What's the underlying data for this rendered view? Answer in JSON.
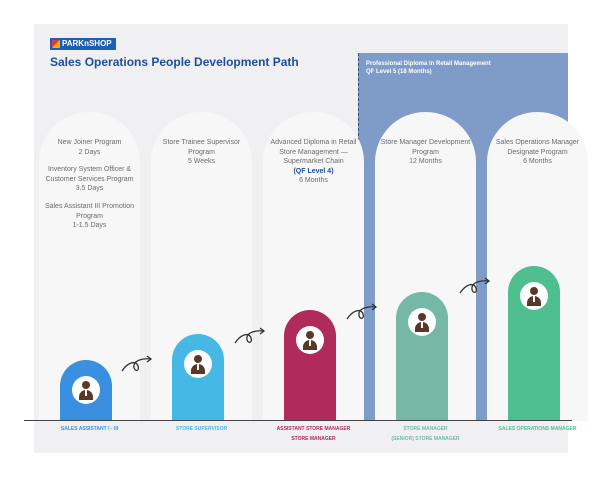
{
  "brand": {
    "logo_text": "PARKnSHOP"
  },
  "title": "Sales Operations People Development Path",
  "diploma_banner": {
    "line1": "Professional Diploma in Retail Management",
    "line2": "QF Level 5 (18 Months)"
  },
  "colors": {
    "title": "#1b4f9c",
    "banner": "#7f9cc9",
    "sales_assistant": "#3a8fe0",
    "store_supervisor": "#45b8e6",
    "assistant_store_manager": "#b02a5a",
    "store_manager": "#76b8a6",
    "sales_operations_manager": "#4fbf8f"
  },
  "columns": [
    {
      "blocks": [
        {
          "title": "New Joiner Program",
          "duration": "2 Days"
        },
        {
          "title": "Inventory System Officer & Customer Services Program",
          "duration": "3.5 Days"
        },
        {
          "title": "Sales Assistant III Promotion Program",
          "duration": "1-1.5 Days"
        }
      ],
      "role_line1": "SALES ASSISTANT I - III",
      "role_line2": ""
    },
    {
      "blocks": [
        {
          "title": "Store Trainee Supervisor Program",
          "duration": "5 Weeks"
        }
      ],
      "role_line1": "STORE SUPERVISOR",
      "role_line2": ""
    },
    {
      "blocks": [
        {
          "title": "Advanced Diploma in Retail Store Management — Supermarket Chain",
          "highlight": "(QF Level 4)",
          "duration": "6 Months"
        }
      ],
      "role_line1": "ASSISTANT STORE MANAGER",
      "role_line2": "STORE MANAGER"
    },
    {
      "blocks": [
        {
          "title": "Store Manager Development Program",
          "duration": "12 Months"
        }
      ],
      "role_line1": "STORE MANAGER",
      "role_line2": "(SENIOR) STORE MANAGER"
    },
    {
      "blocks": [
        {
          "title": "Sales Operations Manager Designate Program",
          "duration": "6 Months"
        }
      ],
      "role_line1": "SALES OPERATIONS MANAGER",
      "role_line2": ""
    }
  ]
}
